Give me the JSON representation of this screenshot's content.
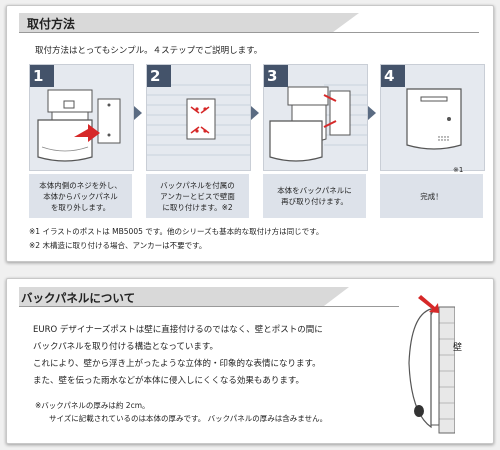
{
  "section1": {
    "title": "取付方法",
    "intro": "取付方法はとってもシンプル。４ステップでご説明します。",
    "steps": [
      {
        "number": "1",
        "caption_lines": [
          "本体内側のネジを外し、",
          "本体からバックパネル",
          "を取り外します。"
        ]
      },
      {
        "number": "2",
        "caption_lines": [
          "バックパネルを付属の",
          "アンカーとビスで壁面",
          "に取り付けます。※2"
        ]
      },
      {
        "number": "3",
        "caption_lines": [
          "本体をバックパネルに",
          "再び取り付けます。"
        ]
      },
      {
        "number": "4",
        "caption_lines": [
          "完成！"
        ]
      }
    ],
    "image_note": "※1",
    "notes": [
      "※1 イラストのポストは MB5005 です。他のシリーズも基本的な取付け方は同じです。",
      "※2 木構造に取り付ける場合、アンカーは不要です。"
    ]
  },
  "section2": {
    "title": "バックパネルについて",
    "paragraphs": [
      "EURO デザイナーズポストは壁に直接付けるのではなく、壁とポストの間に",
      "バックパネルを取り付ける構造となっています。",
      "これにより、壁から浮き上がったような立体的・印象的な表情になります。",
      "また、壁を伝った雨水などが本体に侵入しにくくなる効果もあります。"
    ],
    "footnotes": [
      "※バックパネルの厚みは約 2cm。",
      "サイズに記載されているのは本体の厚みです。 バックパネルの厚みは含みません。"
    ],
    "wall_label": "壁"
  },
  "colors": {
    "step_bg": "#e5e9ef",
    "number_badge": "#44536a",
    "caption_bg": "#dde2ea",
    "title_bar": "#d9d9d9",
    "accent_red": "#d62828"
  }
}
